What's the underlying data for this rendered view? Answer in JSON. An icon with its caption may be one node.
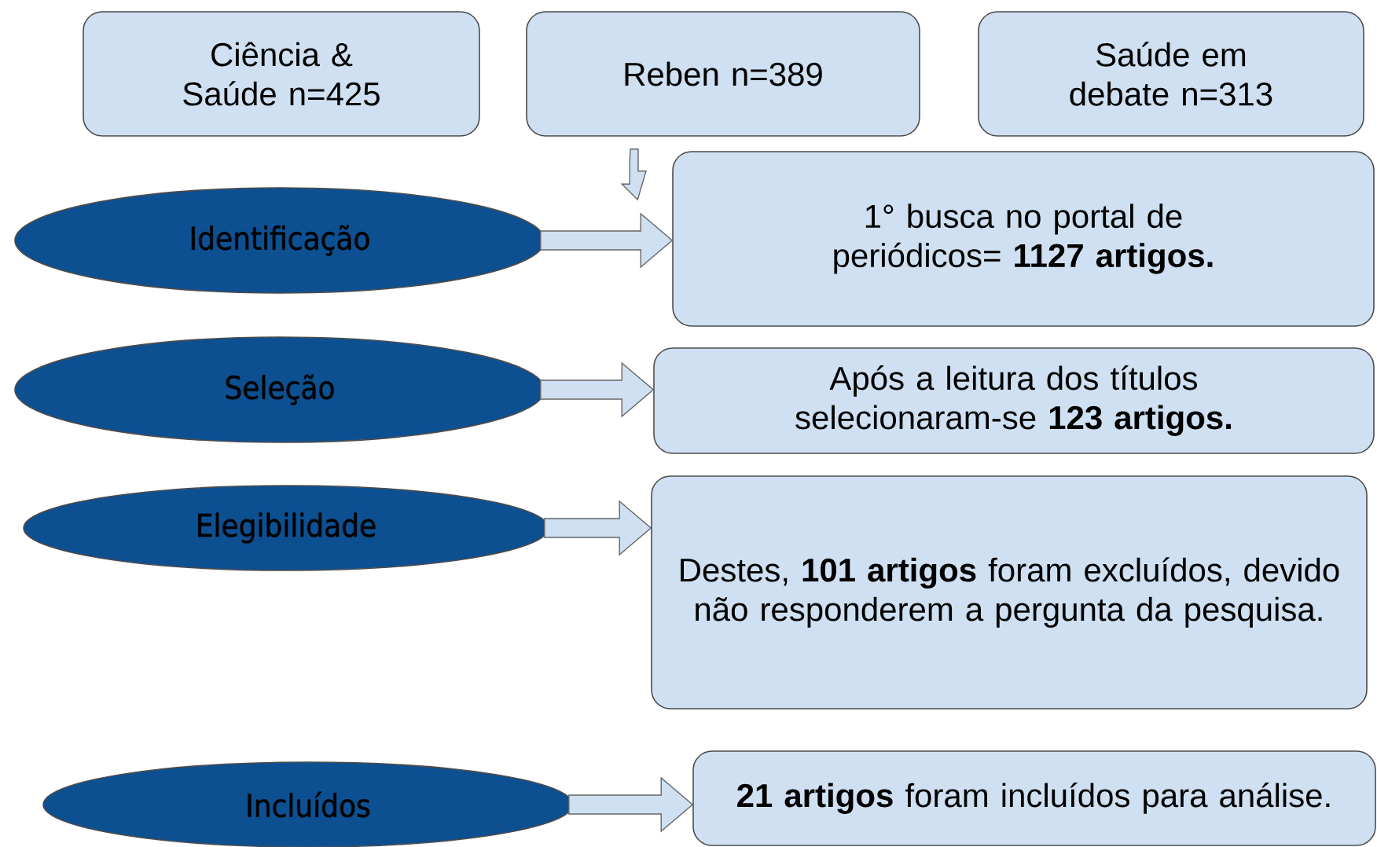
{
  "diagram": {
    "nodes": [
      {
        "text": [
          "Ciência & Saúde n=425"
        ]
      },
      {
        "text": [
          "Reben n=389"
        ]
      },
      {
        "text": [
          "Saúde em debate n=313"
        ]
      },
      {
        "text": [
          "Identificação"
        ]
      },
      {
        "text": [
          "1° busca no portal de periódicos= **1127 artigos.**"
        ]
      },
      {
        "text": [
          "Seleção"
        ]
      },
      {
        "text": [
          "Após a leitura dos títulos selecionaram-se **123 artigos.**"
        ]
      },
      {
        "text": [
          "Elegibilidade"
        ]
      },
      {
        "text": [
          "Destes, **101 artigos** foram excluídos, devido não responderem a pergunta da pesquisa."
        ]
      },
      {
        "text": [
          "Incluídos"
        ]
      },
      {
        "text": [
          "**21 artigos** foram incluídos para análise."
        ]
      }
    ],
    "edges": [
      {
        "from": 1,
        "to": 4,
        "arrow": "to"
      },
      {
        "from": 3,
        "to": 4,
        "arrow": "to"
      },
      {
        "from": 5,
        "to": 6,
        "arrow": "to"
      },
      {
        "from": 7,
        "to": 8,
        "arrow": "to"
      },
      {
        "from": 9,
        "to": 10,
        "arrow": "to"
      }
    ]
  }
}
